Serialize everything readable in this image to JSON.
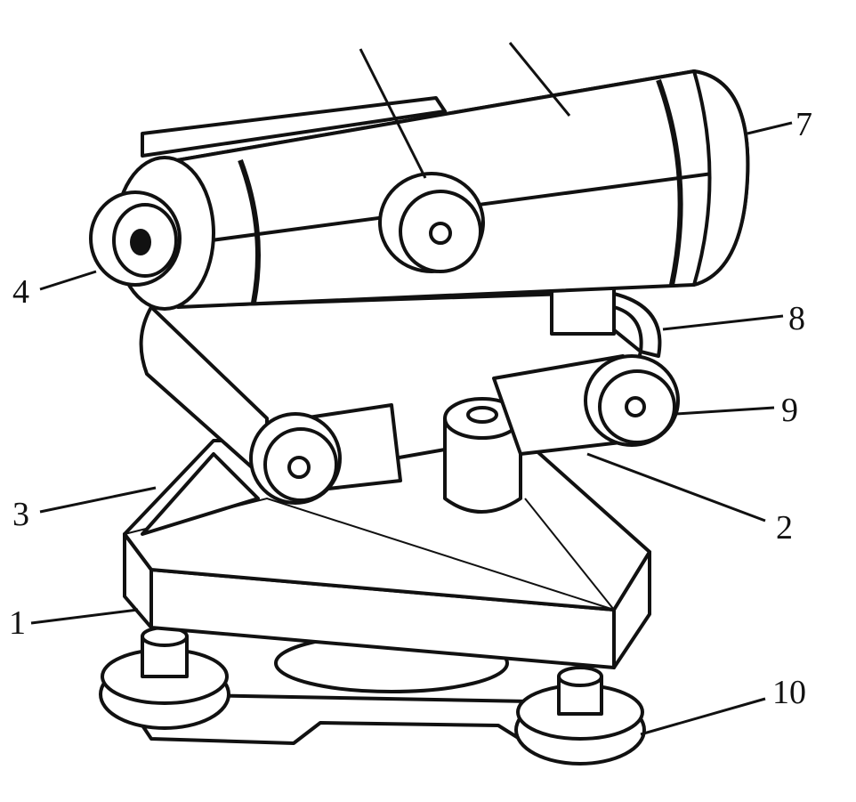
{
  "diagram": {
    "labels": {
      "l1": "1",
      "l2": "2",
      "l3": "3",
      "l4": "4",
      "l7": "7",
      "l8": "8",
      "l9": "9",
      "l10": "10"
    }
  }
}
